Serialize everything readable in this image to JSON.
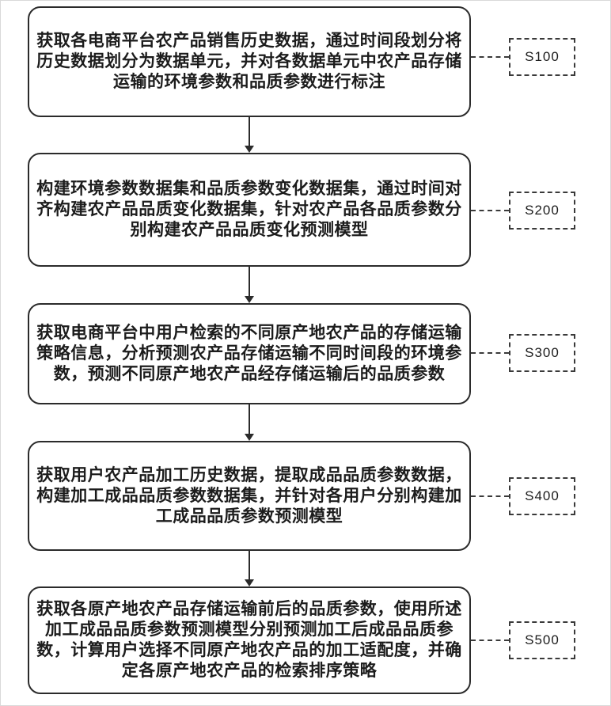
{
  "figure": {
    "kind": "patent-method-flowchart",
    "colors": {
      "line": "#2b2b2b",
      "dashed": "#3a3a3a",
      "text": "#1c1c1c",
      "background": "#ffffff"
    },
    "steps": [
      {
        "label": "S100",
        "lines": [
          "获取各电商平台农产品销售历史数据，通过时间段划分将",
          "历史数据划分为数据单元，并对各数据单元中农产品存储",
          "运输的环境参数和品质参数进行标注"
        ]
      },
      {
        "label": "S200",
        "lines": [
          "构建环境参数数据集和品质参数变化数据集，通过时间对",
          "齐构建农产品品质变化数据集，针对农产品各品质参数分",
          "别构建农产品品质变化预测模型"
        ]
      },
      {
        "label": "S300",
        "lines": [
          "获取电商平台中用户检索的不同原产地农产品的存储运输",
          "策略信息，分析预测农产品存储运输不同时间段的环境参",
          "数，预测不同原产地农产品经存储运输后的品质参数"
        ]
      },
      {
        "label": "S400",
        "lines": [
          "获取用户农产品加工历史数据，提取成品品质参数数据，",
          "构建加工成品品质参数数据集，并针对各用户分别构建加",
          "工成品品质参数预测模型"
        ]
      },
      {
        "label": "S500",
        "lines": [
          "获取各原产地农产品存储运输前后的品质参数，使用所述",
          "加工成品品质参数预测模型分别预测加工后成品品质参",
          "数，计算用户选择不同原产地农产品的加工适配度，并确",
          "定各原产地农产品的检索排序策略"
        ]
      }
    ]
  }
}
